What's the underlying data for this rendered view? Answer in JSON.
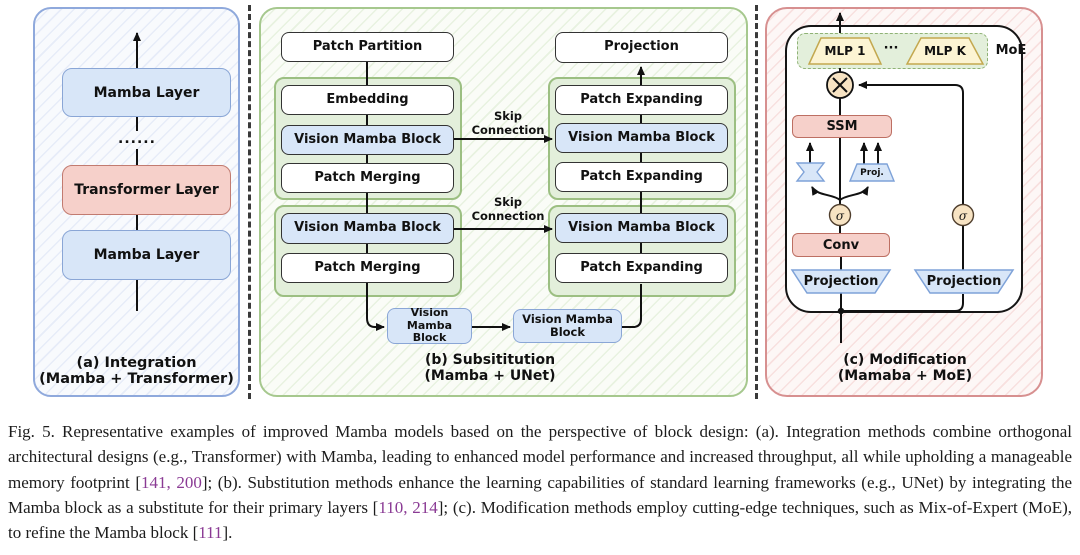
{
  "figure": {
    "panels": {
      "a": {
        "label_line1": "(a) Integration",
        "label_line2": "(Mamba + Transformer)",
        "mamba_top": "Mamba Layer",
        "transformer": "Transformer Layer",
        "mamba_bottom": "Mamba Layer",
        "dots": "......"
      },
      "b": {
        "label_line1": "(b) Subsititution",
        "label_line2": "(Mamba + UNet)",
        "skip_label": "Skip Connection",
        "encoder": {
          "top": "Patch Partition",
          "group1": [
            "Embedding",
            "Vision Mamba Block",
            "Patch Merging"
          ],
          "group2": [
            "Vision Mamba Block",
            "Patch Merging"
          ]
        },
        "decoder": {
          "top": "Projection",
          "group1": [
            "Patch Expanding",
            "Vision Mamba Block",
            "Patch Expanding"
          ],
          "group2": [
            "Vision Mamba Block",
            "Patch Expanding"
          ]
        },
        "bottleneck1": "Vision Mamba Block",
        "bottleneck2": "Vision Mamba Block"
      },
      "c": {
        "label_line1": "(c) Modification",
        "label_line2": "(Mamaba + MoE)",
        "moe": {
          "mlp1": "MLP 1",
          "dots": "···",
          "mlpk": "MLP K",
          "label": "MoE"
        },
        "ssm": "SSM",
        "conv": "Conv",
        "proj_small": "Proj.",
        "projection_left": "Projection",
        "projection_right": "Projection",
        "sigma": "σ"
      }
    },
    "caption": {
      "segments": [
        {
          "text": "Fig. 5.  Representative examples of improved Mamba models based on the perspective of block design: (a). Integration methods combine orthogonal architectural designs (e.g., Transformer) with Mamba, leading to enhanced model performance and increased throughput, all while upholding a manageable memory footprint ["
        },
        {
          "text": "141, 200",
          "cite": true
        },
        {
          "text": "]; (b). Substitution methods enhance the learning capabilities of standard learning frameworks (e.g., UNet) by integrating the Mamba block as a substitute for their primary layers ["
        },
        {
          "text": "110, 214",
          "cite": true
        },
        {
          "text": "]; (c). Modification methods employ cutting-edge techniques, such as Mix-of-Expert (MoE), to refine the Mamba block ["
        },
        {
          "text": "111",
          "cite": true
        },
        {
          "text": "]."
        }
      ]
    },
    "colors": {
      "panel_a_accent": "#8fa9dc",
      "panel_b_accent": "#a6c88e",
      "panel_c_accent": "#d79090",
      "block_blue": "#d8e6f8",
      "block_red": "#f6d0ca",
      "block_yellow": "#fcf4d3",
      "group_green": "#e3efdb",
      "sigma_circle": "#f7e3c3",
      "citation_purple": "#8a3a94"
    }
  }
}
